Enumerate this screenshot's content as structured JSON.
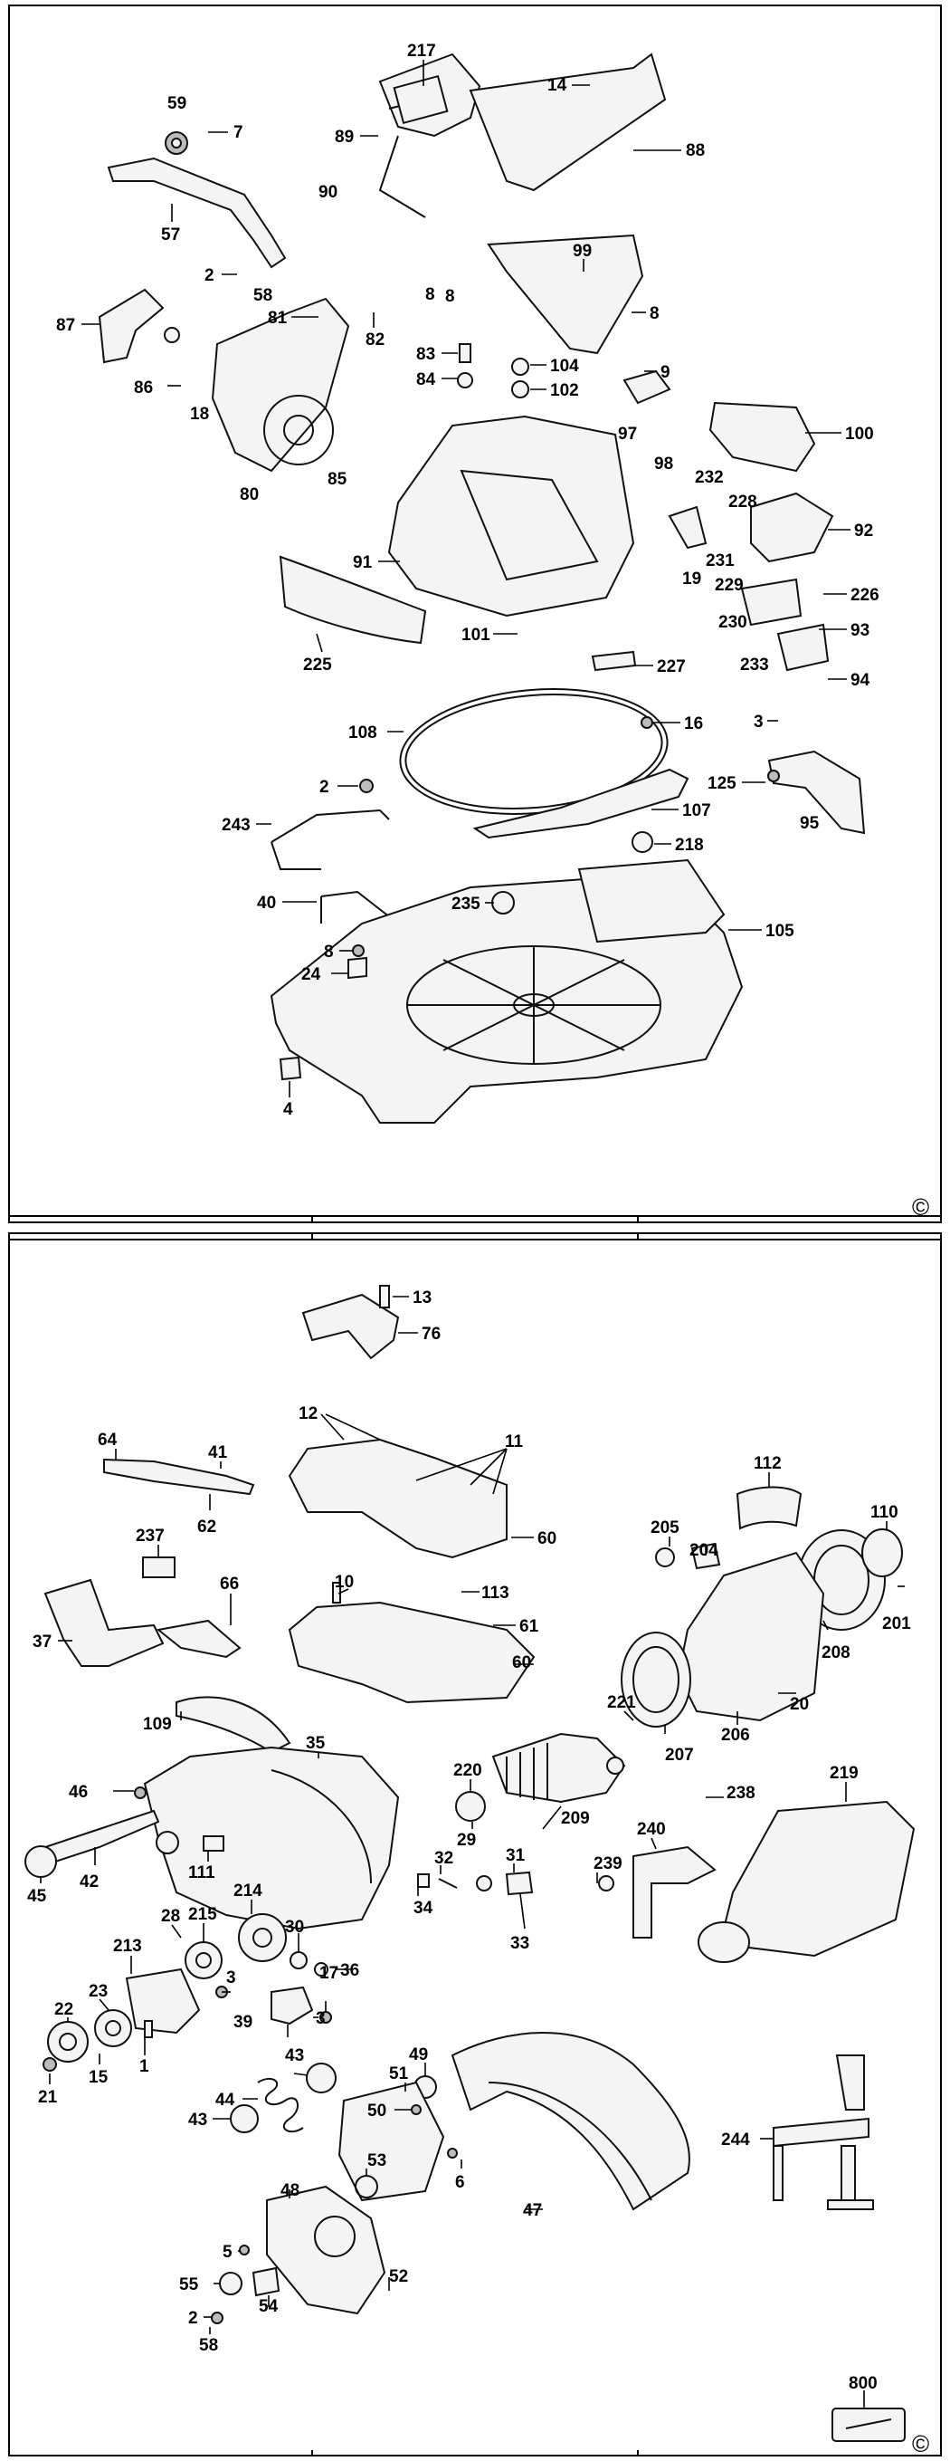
{
  "copyright_symbol": "©",
  "parts_top": [
    "217",
    "14",
    "59",
    "7",
    "89",
    "88",
    "57",
    "90",
    "2",
    "58",
    "99",
    "87",
    "81",
    "82",
    "8",
    "8",
    "8",
    "86",
    "18",
    "83",
    "84",
    "104",
    "102",
    "9",
    "97",
    "100",
    "80",
    "85",
    "98",
    "232",
    "228",
    "92",
    "91",
    "231",
    "229",
    "19",
    "226",
    "230",
    "93",
    "225",
    "101",
    "227",
    "233",
    "94",
    "108",
    "16",
    "3",
    "125",
    "95",
    "2",
    "107",
    "243",
    "218",
    "40",
    "235",
    "105",
    "8",
    "24",
    "4"
  ],
  "parts_bottom": [
    "13",
    "76",
    "12",
    "11",
    "64",
    "41",
    "62",
    "112",
    "60",
    "237",
    "205",
    "204",
    "110",
    "10",
    "113",
    "61",
    "37",
    "66",
    "201",
    "60",
    "208",
    "221",
    "20",
    "109",
    "206",
    "207",
    "35",
    "220",
    "46",
    "238",
    "219",
    "29",
    "209",
    "240",
    "111",
    "32",
    "31",
    "239",
    "214",
    "28",
    "215",
    "34",
    "45",
    "42",
    "30",
    "33",
    "213",
    "3",
    "17",
    "36",
    "22",
    "23",
    "39",
    "3",
    "15",
    "1",
    "21",
    "43",
    "49",
    "44",
    "244",
    "50",
    "51",
    "43",
    "6",
    "53",
    "48",
    "47",
    "5",
    "52",
    "55",
    "54",
    "2",
    "58",
    "800"
  ]
}
